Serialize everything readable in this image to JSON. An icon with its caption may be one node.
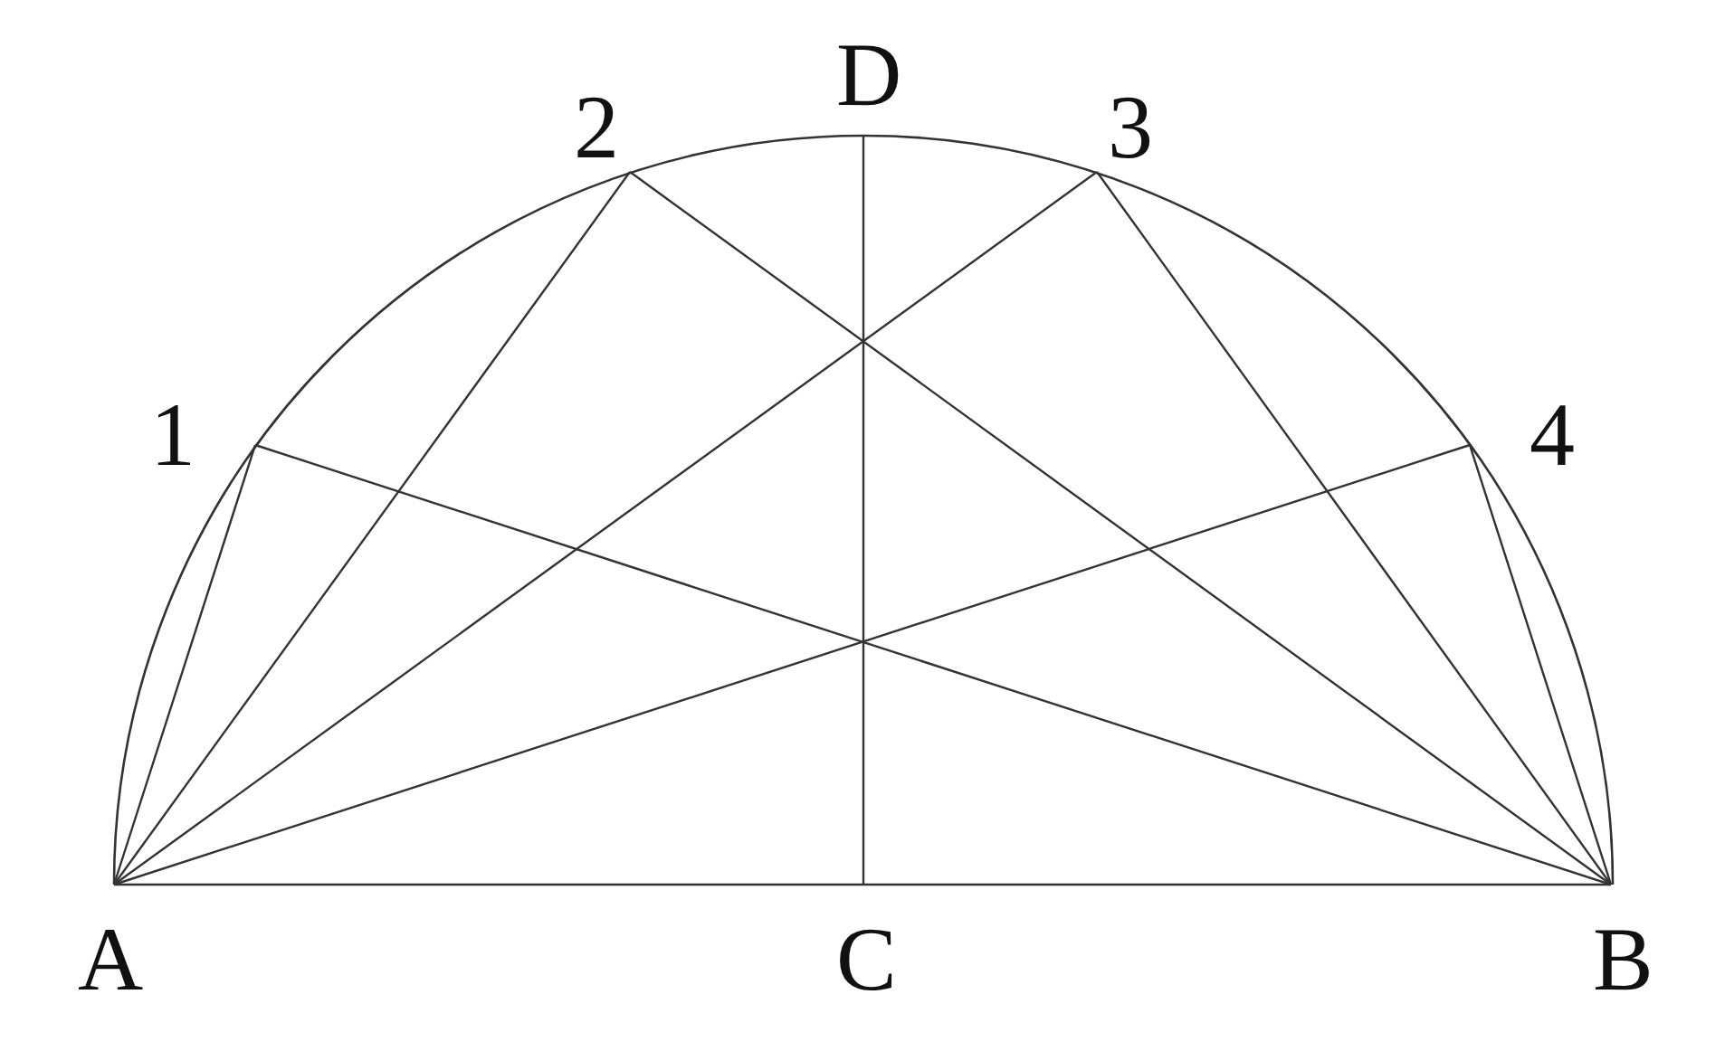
{
  "diagram": {
    "nodes": [
      {
        "text": [
          "D"
        ]
      },
      {
        "text": [
          "2"
        ]
      },
      {
        "text": [
          "3"
        ]
      },
      {
        "text": [
          "1"
        ]
      },
      {
        "text": [
          "4"
        ]
      },
      {
        "text": [
          "A"
        ]
      },
      {
        "text": [
          "C"
        ]
      },
      {
        "text": [
          "B"
        ]
      }
    ],
    "edges": [
      {
        "from": 5,
        "to": 6,
        "arrow": "none"
      },
      {
        "from": 6,
        "to": 7,
        "arrow": "none"
      },
      {
        "from": 6,
        "to": 0,
        "arrow": "none"
      },
      {
        "from": 5,
        "to": 3,
        "arrow": "none"
      },
      {
        "from": 5,
        "to": 1,
        "arrow": "none"
      },
      {
        "from": 5,
        "to": 2,
        "arrow": "none"
      },
      {
        "from": 5,
        "to": 4,
        "arrow": "none"
      },
      {
        "from": 7,
        "to": 3,
        "arrow": "none"
      },
      {
        "from": 7,
        "to": 1,
        "arrow": "none"
      },
      {
        "from": 7,
        "to": 2,
        "arrow": "none"
      },
      {
        "from": 7,
        "to": 4,
        "arrow": "none"
      }
    ]
  }
}
